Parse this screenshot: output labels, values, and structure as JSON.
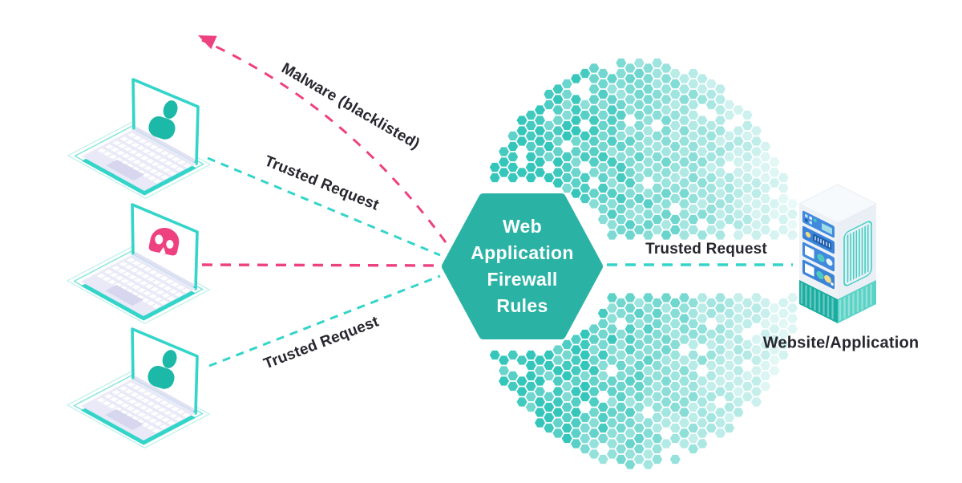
{
  "diagram": {
    "hexagon": {
      "lines": [
        "Web",
        "Application",
        "Firewall",
        "Rules"
      ]
    },
    "labels": {
      "malware": "Malware (blacklisted)",
      "trusted_top": "Trusted Request",
      "trusted_bottom": "Trusted Request",
      "trusted_right": "Trusted Request",
      "server": "Website/Application"
    },
    "icons": {
      "laptop_top": "user-icon",
      "laptop_middle": "skull-icon",
      "laptop_bottom": "user-icon",
      "right_node": "server-icon",
      "deflect": "arrow-icon",
      "background": "hex-globe-pattern"
    },
    "colors": {
      "teal": "#2ab3a4",
      "cyan": "#33d4c9",
      "pink": "#ee4180",
      "ink": "#26262e",
      "globe": "#24c1b5"
    }
  }
}
